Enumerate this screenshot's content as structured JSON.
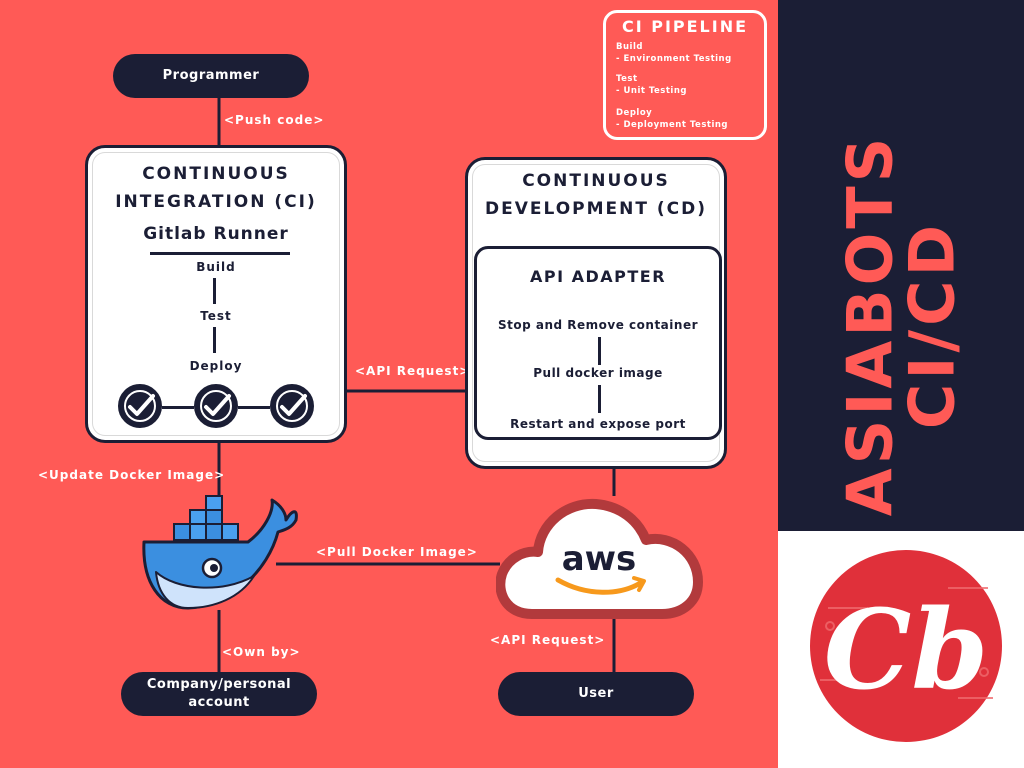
{
  "nodes": {
    "programmer": "Programmer",
    "user": "User",
    "account": "Company/personal account"
  },
  "ci": {
    "title_line1": "CONTINUOUS",
    "title_line2": "INTEGRATION (CI)",
    "runner": "Gitlab Runner",
    "steps": [
      "Build",
      "Test",
      "Deploy"
    ]
  },
  "cd": {
    "title_line1": "CONTINUOUS",
    "title_line2": "DEVELOPMENT (CD)",
    "adapter_title": "API ADAPTER",
    "steps": [
      "Stop and Remove container",
      "Pull docker image",
      "Restart and expose port"
    ]
  },
  "edges": {
    "push_code": "<Push code>",
    "api_request_mid": "<API Request>",
    "update_docker_image": "<Update Docker Image>",
    "pull_docker_image": "<Pull Docker Image>",
    "own_by": "<Own by>",
    "api_request_user": "<API Request>"
  },
  "legend": {
    "title": "CI PIPELINE",
    "build_head": "Build",
    "build_item": "- Environment Testing",
    "test_head": "Test",
    "test_item": "- Unit Testing",
    "deploy_head": "Deploy",
    "deploy_item": "- Deployment Testing"
  },
  "brand": {
    "line1": "ASIABOTS",
    "line2": "CI/CD",
    "logo_text": "Cb"
  },
  "aws_text": "aws",
  "colors": {
    "background": "#ff5a56",
    "navy": "#1b1e35",
    "white": "#ffffff",
    "logo_red": "#e0303a",
    "docker_blue": "#3b8fe0",
    "aws_orange": "#f7991c"
  },
  "icons": [
    "docker-whale-icon",
    "aws-cloud-icon",
    "check-circle-icon",
    "cb-logo-icon"
  ]
}
